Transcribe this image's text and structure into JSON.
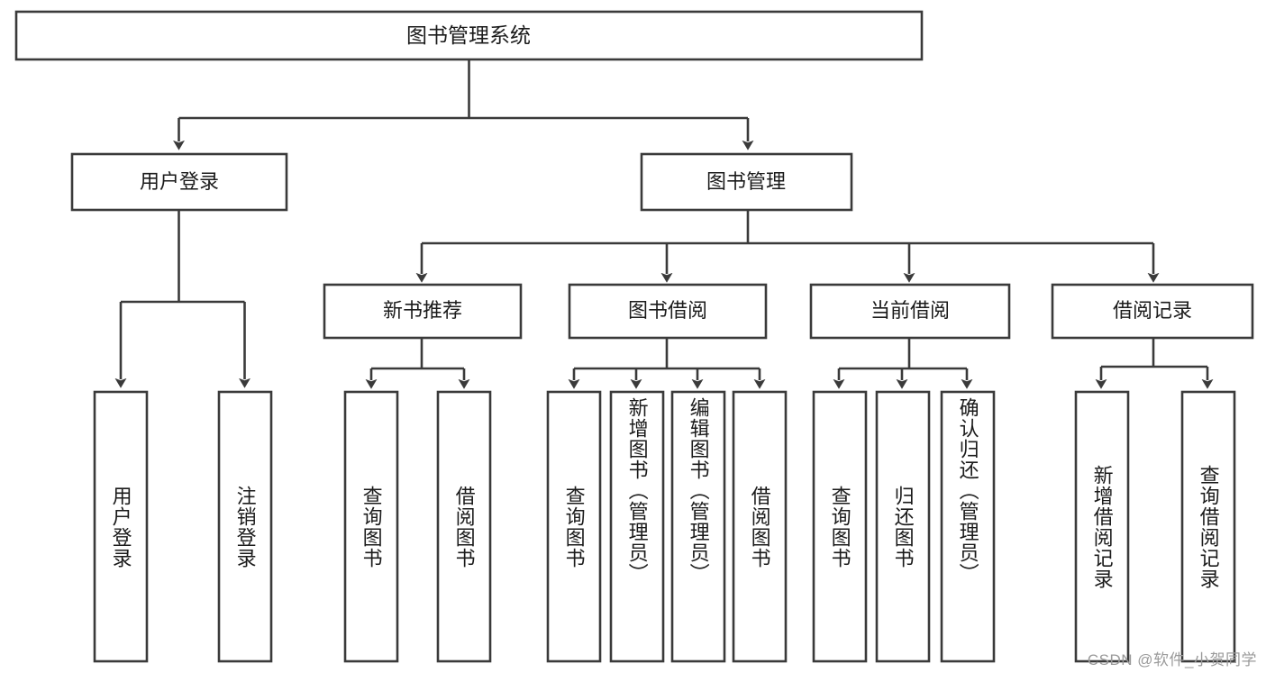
{
  "diagram": {
    "title": "图书管理系统",
    "watermark": "CSDN @软件_小贺同学",
    "colors": {
      "stroke": "#3a3a3a",
      "box_fill": "#ffffff",
      "text": "#1b1b1b",
      "background": "#ffffff",
      "watermark": "#9a9a9a"
    },
    "root": {
      "label": "图书管理系统"
    },
    "level2": [
      {
        "label": "用户登录"
      },
      {
        "label": "图书管理"
      }
    ],
    "level3": [
      {
        "label": "新书推荐"
      },
      {
        "label": "图书借阅"
      },
      {
        "label": "当前借阅"
      },
      {
        "label": "借阅记录"
      }
    ],
    "leaves": {
      "user_login": [
        {
          "label": "用户登录"
        },
        {
          "label": "注销登录"
        }
      ],
      "new_book_recommend": [
        {
          "label": "查询图书"
        },
        {
          "label": "借阅图书"
        }
      ],
      "book_borrow": [
        {
          "label": "查询图书"
        },
        {
          "label": "新增图书（管理员）"
        },
        {
          "label": "编辑图书（管理员）"
        },
        {
          "label": "借阅图书"
        }
      ],
      "current_borrow": [
        {
          "label": "查询图书"
        },
        {
          "label": "归还图书"
        },
        {
          "label": "确认归还（管理员）"
        }
      ],
      "borrow_record": [
        {
          "label": "新增借阅记录"
        },
        {
          "label": "查询借阅记录"
        }
      ]
    }
  }
}
